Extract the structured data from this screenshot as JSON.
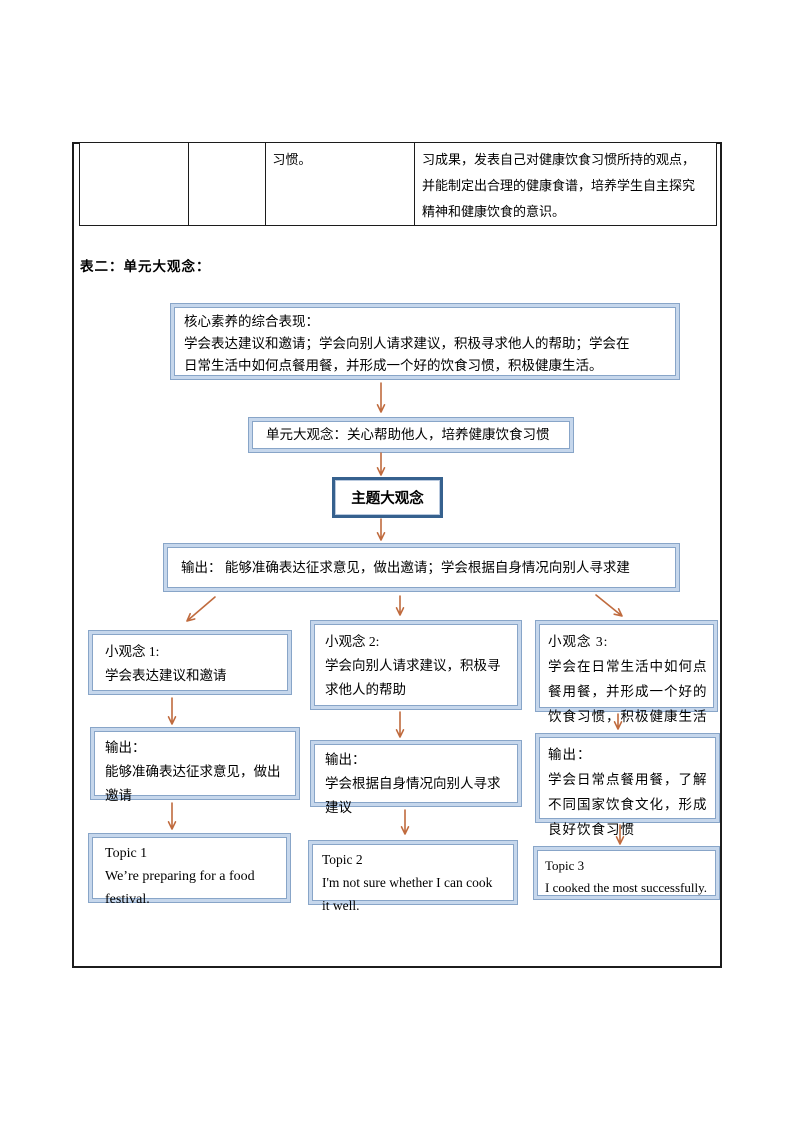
{
  "table": {
    "col3_text": "习惯。",
    "col4_lines": [
      "习成果，发表自己对健康饮食习惯所持的观点，",
      "并能制定出合理的健康食谱，培养学生自主探究",
      "精神和健康饮食的意识。"
    ]
  },
  "heading": "表二：单元大观念：",
  "flow": {
    "core_box": {
      "lines": [
        "核心素养的综合表现：",
        "学会表达建议和邀请；学会向别人请求建议，积极寻求他人的帮助；学会在",
        "日常生活中如何点餐用餐，并形成一个好的饮食习惯，积极健康生活。"
      ]
    },
    "unit_box": {
      "text": "单元大观念：关心帮助他人，培养健康饮食习惯"
    },
    "theme_box": {
      "text": "主题大观念"
    },
    "output_main": {
      "text": "输出： 能够准确表达征求意见，做出邀请；学会根据自身情况向别人寻求建"
    },
    "concepts": [
      {
        "title": "小观念 1:",
        "lines": [
          "学会表达建议和邀请"
        ]
      },
      {
        "title": "小观念 2:",
        "lines": [
          "学会向别人请求建议，积极寻",
          "求他人的帮助"
        ]
      },
      {
        "title": "小观念 3:",
        "lines": [
          "学会在日常生活中如何点",
          "餐用餐，并形成一个好的",
          "饮食习惯，积极健康生活"
        ]
      }
    ],
    "outputs": [
      {
        "title": "输出：",
        "lines": [
          "能够准确表达征求意见，做出",
          "邀请"
        ]
      },
      {
        "title": "输出：",
        "lines": [
          "学会根据自身情况向别人寻求",
          "建议"
        ]
      },
      {
        "title": "输出：",
        "lines": [
          "学会日常点餐用餐，了解",
          "不同国家饮食文化，形成",
          "良好饮食习惯"
        ]
      }
    ],
    "topics": [
      {
        "title": "Topic 1",
        "lines": [
          "We’re preparing for a food",
          "festival."
        ]
      },
      {
        "title": "Topic 2",
        "lines": [
          "I'm not sure whether I can cook",
          "it well."
        ]
      },
      {
        "title": "Topic 3",
        "lines": [
          "I cooked the most successfully."
        ]
      }
    ]
  },
  "colors": {
    "arrow": "#c06b3e",
    "box_border_line": "#88a5c8",
    "box_border_band": "#c6d7ec",
    "theme_box_border": "#36618e",
    "table_line": "#1c1c1c"
  }
}
